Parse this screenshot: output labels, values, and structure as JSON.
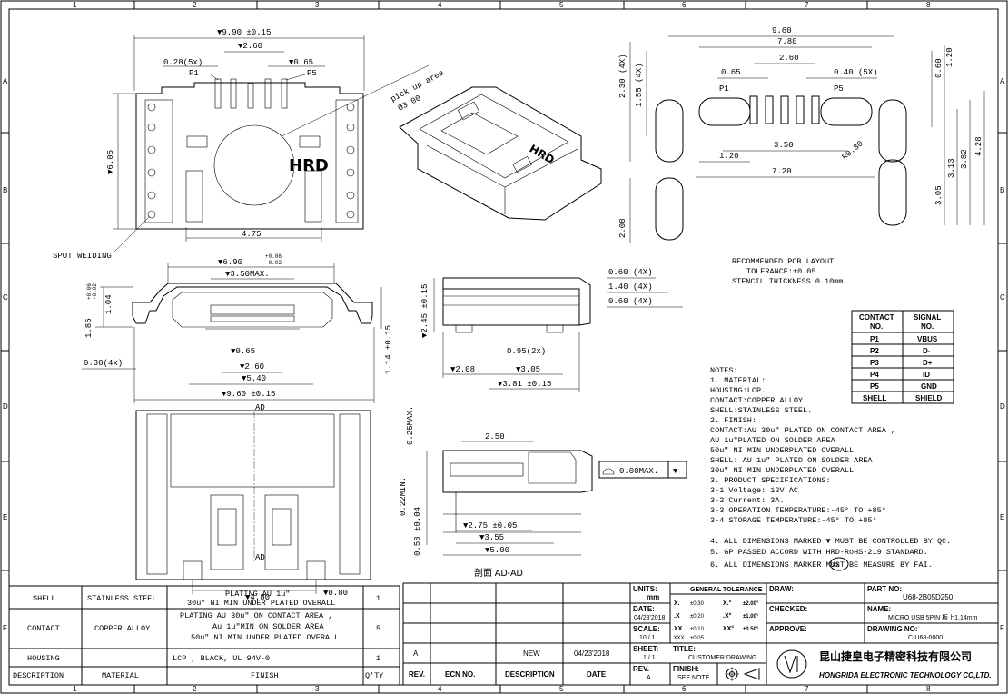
{
  "zones": {
    "columns": [
      "1",
      "2",
      "3",
      "4",
      "5",
      "6",
      "7",
      "8"
    ],
    "rows": [
      "A",
      "B",
      "C",
      "D",
      "E",
      "F"
    ]
  },
  "views": {
    "top": {
      "dims": {
        "overall": "▼9.90 ±0.15",
        "pitch": "▼2.60",
        "lead_width": "0.28(5x)",
        "lead_pitch": "▼0.65",
        "height": "▼6.05",
        "bottom": "4.75"
      },
      "labels": {
        "p1": "P1",
        "p5": "P5",
        "pickup_text": "pick up area",
        "pickup_dia": "Ø3.00",
        "logo": "HRD",
        "spot": "SPOT WEIDING"
      }
    },
    "front": {
      "dims": {
        "top": "▼6.90",
        "top_tol_up": "+0.06",
        "top_tol_dn": "-0.02",
        "opening": "▼3.50MAX.",
        "h_left": "1.04",
        "h_left_tol_up": "+0.06",
        "h_left_tol_dn": "-0.02",
        "h_outer": "1.85",
        "h_right": "1.14 ±0.15",
        "foot": "0.30(4x)",
        "pitch1": "▼0.65",
        "pitch2": "▼2.60",
        "span": "▼5.40",
        "overall": "▼9.60 ±0.15"
      }
    },
    "bottom": {
      "dims": {
        "section": "AD",
        "pitch": "▼4.80",
        "tab": "▼0.80"
      }
    },
    "side": {
      "dims": {
        "height": "▼2.45 ±0.15",
        "a": "▼2.08",
        "b": "0.95(2x)",
        "c": "▼3.05",
        "d": "▼3.81 ±0.15"
      }
    },
    "iso": {
      "logo": "HRD"
    },
    "section": {
      "dims": {
        "a": "2.50",
        "b": "0.25MAX.",
        "c": "0.22MIN.",
        "d": "0.58 ±0.04",
        "e": "▼2.75 ±0.05",
        "f": "▼3.55",
        "g": "▼5.00"
      },
      "flatness": "0.08MAX.",
      "flatness_marker": "▼",
      "caption": "剖面 AD-AD"
    },
    "pcb": {
      "dims": {
        "w1": "9.60",
        "w2": "7.80",
        "w3": "2.60",
        "w4": "0.65",
        "w5": "0.40 (5X)",
        "h1": "2.30 (4X)",
        "h2": "1.55 (4X)",
        "h3": "0.60",
        "h4": "1.20",
        "mid1": "3.50",
        "mid2": "1.20",
        "radius": "R0.30",
        "mid3": "7.20",
        "v1": "3.05",
        "v2": "3.13",
        "v3": "3.82",
        "v4": "4.28",
        "v5": "2.08",
        "s1": "0.60 (4X)",
        "s2": "1.40 (4X)",
        "s3": "0.60 (4X)"
      },
      "labels": {
        "p1": "P1",
        "p5": "P5"
      },
      "recommended": [
        "RECOMMENDED PCB LAYOUT",
        "TOLERANCE:±0.05",
        "STENCIL THICKNESS 0.10mm"
      ]
    }
  },
  "signal_table": {
    "headers": [
      [
        "CONTACT",
        "NO."
      ],
      [
        "SIGNAL",
        "NO."
      ]
    ],
    "rows": [
      [
        "P1",
        "VBUS"
      ],
      [
        "P2",
        "D-"
      ],
      [
        "P3",
        "D+"
      ],
      [
        "P4",
        "ID"
      ],
      [
        "P5",
        "GND"
      ],
      [
        "SHELL",
        "SHIELD"
      ]
    ]
  },
  "notes": [
    "NOTES:",
    "1. MATERIAL:",
    "   HOUSING:LCP.",
    "   CONTACT:COPPER ALLOY.",
    "   SHELL:STAINLESS STEEL.",
    "2. FINISH:",
    "   CONTACT:AU 30u\" PLATED ON CONTACT AREA ,",
    "           AU 1u\"PLATED ON SOLDER AREA",
    "           50u\" NI MIN UNDERPLATED OVERALL",
    "   SHELL:  AU 1u\" PLATED ON SOLDER AREA",
    "           30u\" NI MIN UNDERPLATED OVERALL",
    "3. PRODUCT SPECIFICATIONS:",
    "   3-1 Voltage: 12V AC",
    "   3-2 Current: 3A.",
    "   3-3 OPERATION TEMPERATURE:-45° TO +85°",
    "   3-4 STORAGE TEMPERATURE:-45° TO +85°",
    "4. ALL DIMENSIONS MARKED ▼ MUST BE CONTROLLED BY QC.",
    "5. GP PASSED ACCORD WITH HRD-RoHS-219 STANDARD.",
    "6. ALL DIMENSIONS MARKER      MUST BE MEASURE BY FAI."
  ],
  "note_marker": "XX",
  "bom": {
    "rows": [
      {
        "desc": "SHELL",
        "material": "STAINLESS STEEL",
        "finish": [
          "PLATING AU 1u\"",
          "30u\" NI MIN UNDER PLATED OVERALL"
        ],
        "qty": "1"
      },
      {
        "desc": "CONTACT",
        "material": "COPPER ALLOY",
        "finish": [
          "PLATING AU 30u\" ON CONTACT AREA ,",
          "Au 1u\"MIN ON SOLDER AREA",
          "50u\" NI MIN UNDER PLATED OVERALL"
        ],
        "qty": "5"
      },
      {
        "desc": "HOUSING",
        "material": "",
        "finish": [
          "LCP , BLACK, UL 94V-0"
        ],
        "qty": "1"
      }
    ],
    "headers": [
      "DESCRIPTION",
      "MATERIAL",
      "FINISH",
      "Q'TY"
    ]
  },
  "revision": {
    "row": {
      "rev": "A",
      "desc": "NEW",
      "date": "04/23'2018"
    },
    "headers": [
      "REV.",
      "ECN NO.",
      "DESCRIPTION",
      "DATE"
    ]
  },
  "title_block": {
    "units_label": "UNITS:",
    "units_value": "mm",
    "date_label": "DATE:",
    "date_value": "04/23'2018",
    "scale_label": "SCALE:",
    "scale_value": "10 / 1",
    "sheet_label": "SHEET:",
    "sheet_value": "1 / 1",
    "rev_label": "REV.",
    "rev_value": "A",
    "finish_label": "FINISH:",
    "finish_value": "SEE NOTE",
    "tol_title": "GENERAL TOLERANCE",
    "tol": [
      [
        "X.",
        "±0.30",
        "X.°",
        "±2.00°"
      ],
      [
        ".X",
        "±0.20",
        ".X°",
        "±1.00°"
      ],
      [
        ".XX",
        "±0.10",
        ".XX°",
        "±0.50°"
      ],
      [
        ".XXX",
        "±0.05",
        "",
        ""
      ]
    ],
    "title_label": "TITLE:",
    "title_value": "CUSTOMER DRAWING",
    "draw_label": "DRAW:",
    "checked_label": "CHECKED:",
    "approve_label": "APPROVE:",
    "partno_label": "PART NO:",
    "partno_value": "U68-2B05D250",
    "name_label": "NAME:",
    "name_value": "MICRO USB 5PIN 板上1.14mm",
    "drawingno_label": "DRAWING NO:",
    "drawingno_value": "C-U68-0000",
    "company_cn": "昆山捷皇电子精密科技有限公司",
    "company_en": "HONGRIDA ELECTRONIC TECHNOLOGY CO,LTD."
  }
}
